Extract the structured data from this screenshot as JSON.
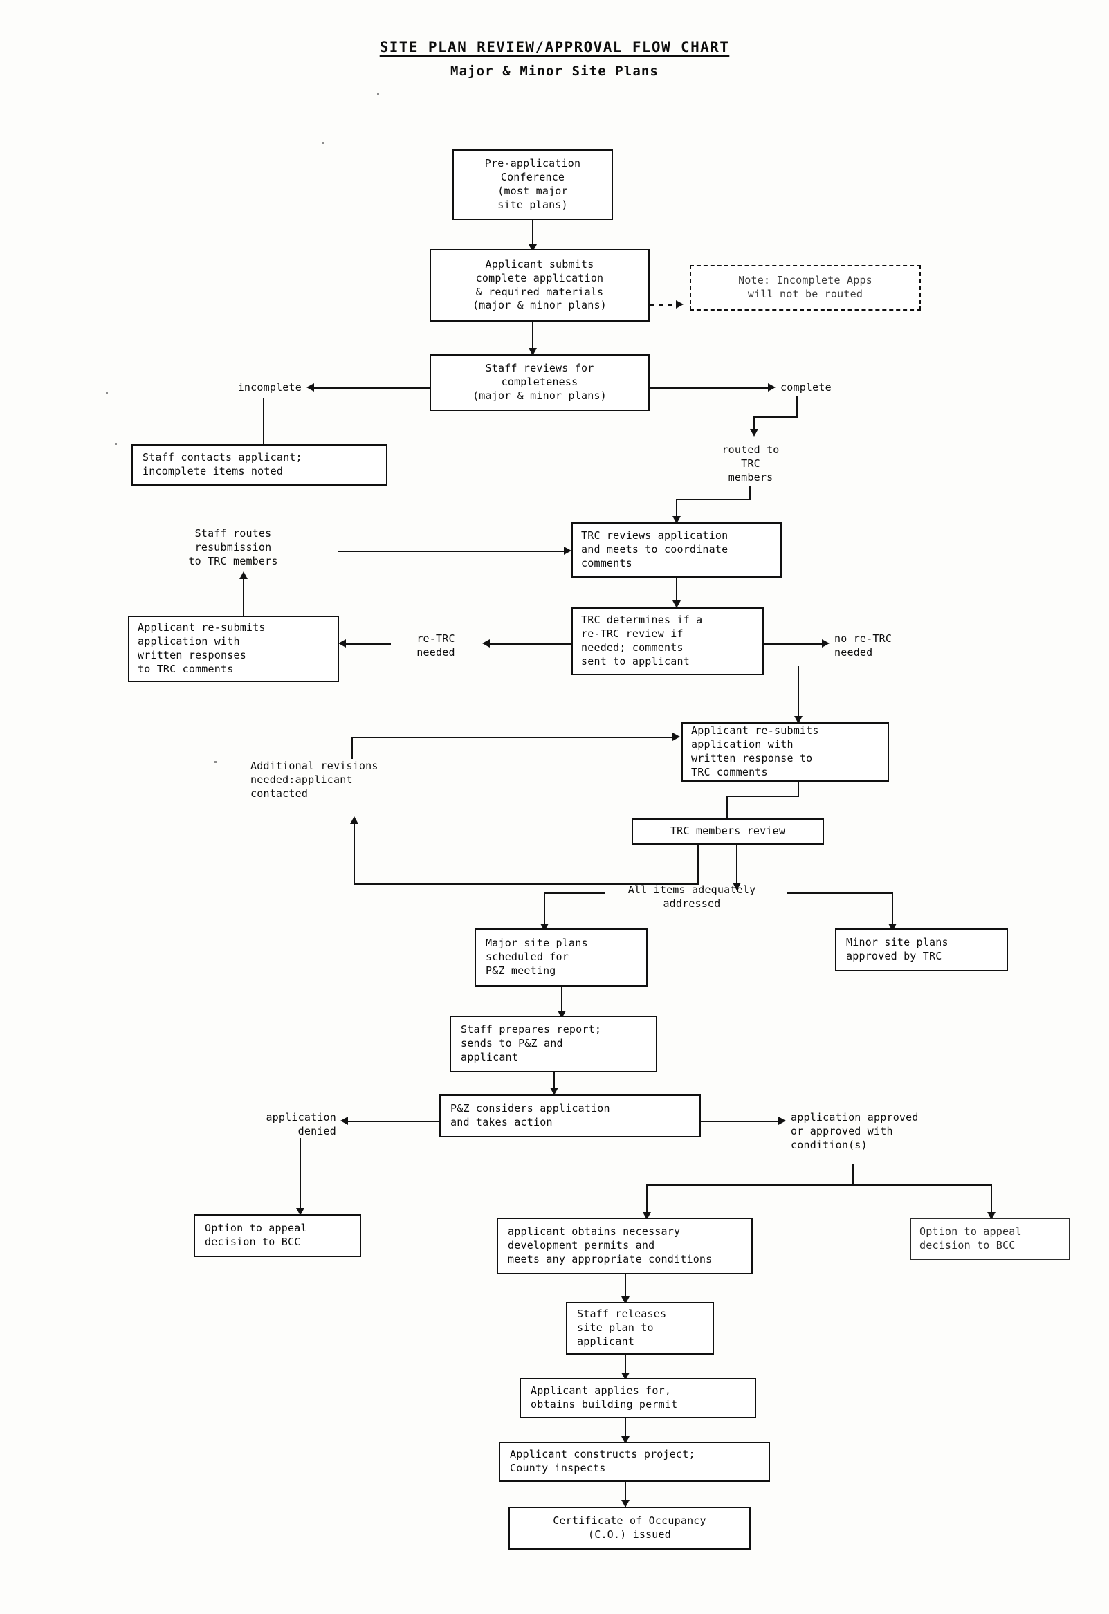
{
  "header": {
    "title": "SITE PLAN REVIEW/APPROVAL FLOW CHART",
    "subtitle": "Major & Minor Site Plans"
  },
  "chart_data": {
    "type": "diagram",
    "title": "SITE PLAN REVIEW/APPROVAL FLOW CHART",
    "subtitle": "Major & Minor Site Plans",
    "nodes": [
      {
        "id": "pre_app",
        "text": "Pre-application\nConference\n(most major\nsite plans)"
      },
      {
        "id": "submits",
        "text": "Applicant submits\ncomplete application\n& required materials\n(major & minor plans)"
      },
      {
        "id": "note",
        "text": "Note:  Incomplete Apps\nwill not be routed"
      },
      {
        "id": "staff_review",
        "text": "Staff reviews for\ncompleteness\n(major & minor plans)"
      },
      {
        "id": "staff_contacts",
        "text": "Staff contacts applicant;\nincomplete items noted"
      },
      {
        "id": "trc_reviews",
        "text": "TRC reviews application\nand meets to coordinate\ncomments"
      },
      {
        "id": "trc_determines",
        "text": "TRC determines if a\nre-TRC review if\nneeded; comments\nsent to applicant"
      },
      {
        "id": "resubmit_left",
        "text": "Applicant re-submits\napplication with\nwritten responses\nto TRC comments"
      },
      {
        "id": "resubmit_right",
        "text": "Applicant re-submits\napplication with\nwritten response to\nTRC comments"
      },
      {
        "id": "trc_members",
        "text": "TRC members review"
      },
      {
        "id": "major_sched",
        "text": "Major site plans\nscheduled for\nP&Z meeting"
      },
      {
        "id": "minor_appr",
        "text": "Minor site plans\napproved by TRC"
      },
      {
        "id": "staff_report",
        "text": "Staff prepares report;\nsends to P&Z and\napplicant"
      },
      {
        "id": "pz_considers",
        "text": "P&Z considers application\nand takes action"
      },
      {
        "id": "appeal_left",
        "text": "Option to appeal\ndecision to BCC"
      },
      {
        "id": "permits",
        "text": "applicant obtains necessary\ndevelopment permits and\nmeets any appropriate conditions"
      },
      {
        "id": "appeal_right",
        "text": "Option to appeal\ndecision to BCC"
      },
      {
        "id": "staff_releases",
        "text": "Staff releases\nsite plan to\napplicant"
      },
      {
        "id": "building_permit",
        "text": "Applicant applies for,\nobtains building permit"
      },
      {
        "id": "constructs",
        "text": "Applicant constructs project;\nCounty inspects"
      },
      {
        "id": "co_issued",
        "text": "Certificate of Occupancy\n(C.O.) issued"
      }
    ],
    "edge_labels": [
      {
        "id": "incomplete",
        "text": "incomplete"
      },
      {
        "id": "complete",
        "text": "complete"
      },
      {
        "id": "routed",
        "text": "routed to\nTRC\nmembers"
      },
      {
        "id": "staff_routes",
        "text": "Staff routes\nresubmission\nto TRC members"
      },
      {
        "id": "re_trc",
        "text": "re-TRC\nneeded"
      },
      {
        "id": "no_re_trc",
        "text": "no re-TRC\nneeded"
      },
      {
        "id": "additional_rev",
        "text": "Additional revisions\nneeded:applicant\ncontacted"
      },
      {
        "id": "all_items",
        "text": "All items adequately\naddressed"
      },
      {
        "id": "app_denied",
        "text": "application\ndenied"
      },
      {
        "id": "app_approved",
        "text": "application approved\nor approved with\ncondition(s)"
      }
    ],
    "colors": {
      "ink": "#101010",
      "paper": "#fdfdfb"
    }
  }
}
